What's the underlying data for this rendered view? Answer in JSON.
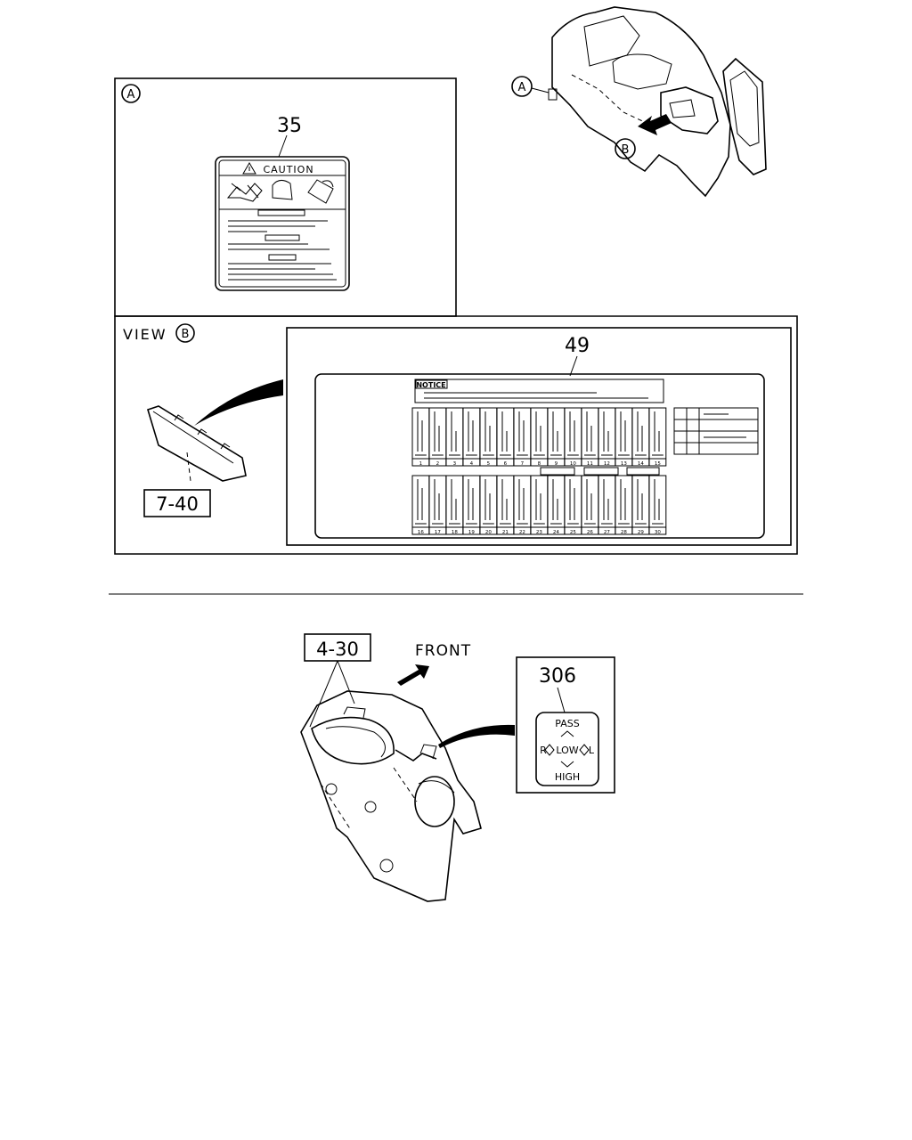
{
  "callouts": {
    "a": "A",
    "b": "B"
  },
  "view_a": {
    "part_number": "35",
    "label_title": "CAUTION"
  },
  "view_b": {
    "view_word": "VIEW",
    "part_number": "49",
    "notice_title": "NOTICE",
    "fuse_numbers_top": [
      "1",
      "2",
      "3",
      "4",
      "5",
      "6",
      "7",
      "8",
      "9",
      "10",
      "11",
      "12",
      "13",
      "14",
      "15"
    ],
    "fuse_numbers_bottom": [
      "16",
      "17",
      "18",
      "19",
      "20",
      "21",
      "22",
      "23",
      "24",
      "25",
      "26",
      "27",
      "28",
      "29",
      "30"
    ],
    "ref_part": "7-40"
  },
  "lower": {
    "ref_part": "4-30",
    "front_label": "FRONT",
    "part_number": "306",
    "switch": {
      "pass": "PASS",
      "left_letter": "R",
      "low": "LOW",
      "right_letter": "L",
      "high": "HIGH"
    }
  },
  "colors": {
    "ink": "#000000",
    "paper": "#ffffff"
  }
}
